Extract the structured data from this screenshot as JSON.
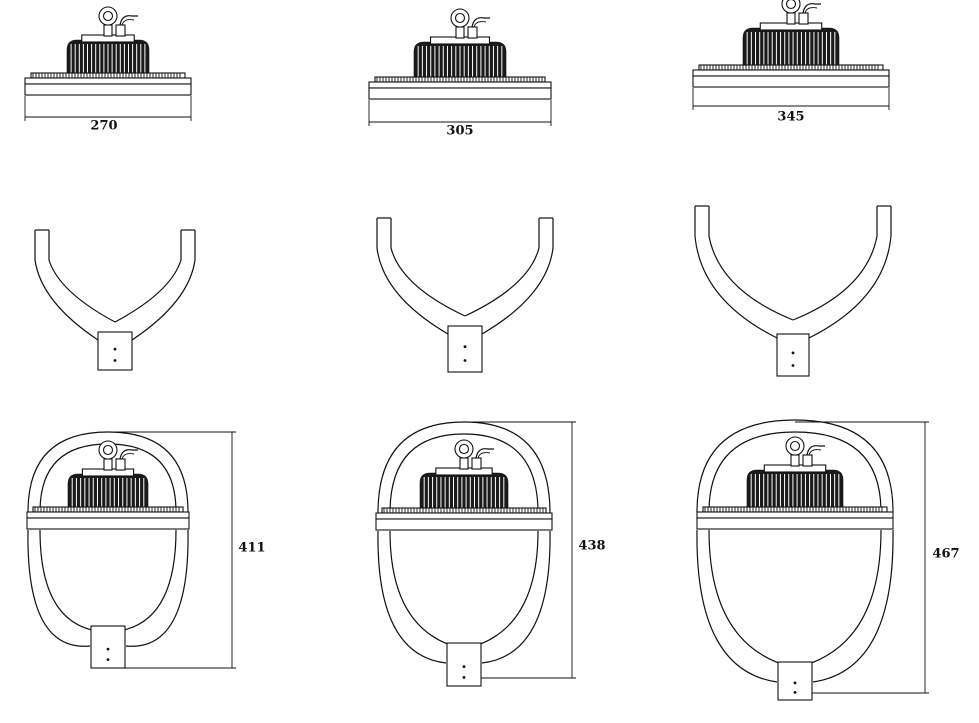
{
  "diagram": {
    "top_row": {
      "widths": [
        {
          "label": "270"
        },
        {
          "label": "305"
        },
        {
          "label": "345"
        }
      ]
    },
    "bottom_row": {
      "heights": [
        {
          "label": "411"
        },
        {
          "label": "438"
        },
        {
          "label": "467"
        }
      ]
    }
  }
}
